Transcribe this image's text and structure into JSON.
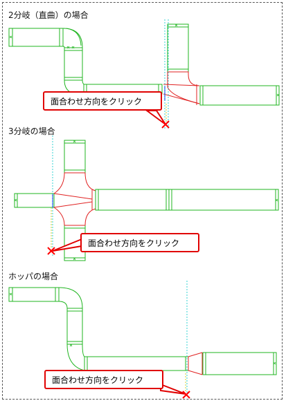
{
  "sections": [
    {
      "title": "2分岐（直曲）の場合",
      "callout": "面合わせ方向をクリック"
    },
    {
      "title": "3分岐の場合",
      "callout": "面合わせ方向をクリック"
    },
    {
      "title": "ホッパの場合",
      "callout": "面合わせ方向をクリック"
    }
  ],
  "colors": {
    "duct": "#1fb41f",
    "fitting": "#e02020",
    "centerline": "#00c8c8",
    "click_marker": "#ff0000",
    "connector": "#3030ff"
  }
}
